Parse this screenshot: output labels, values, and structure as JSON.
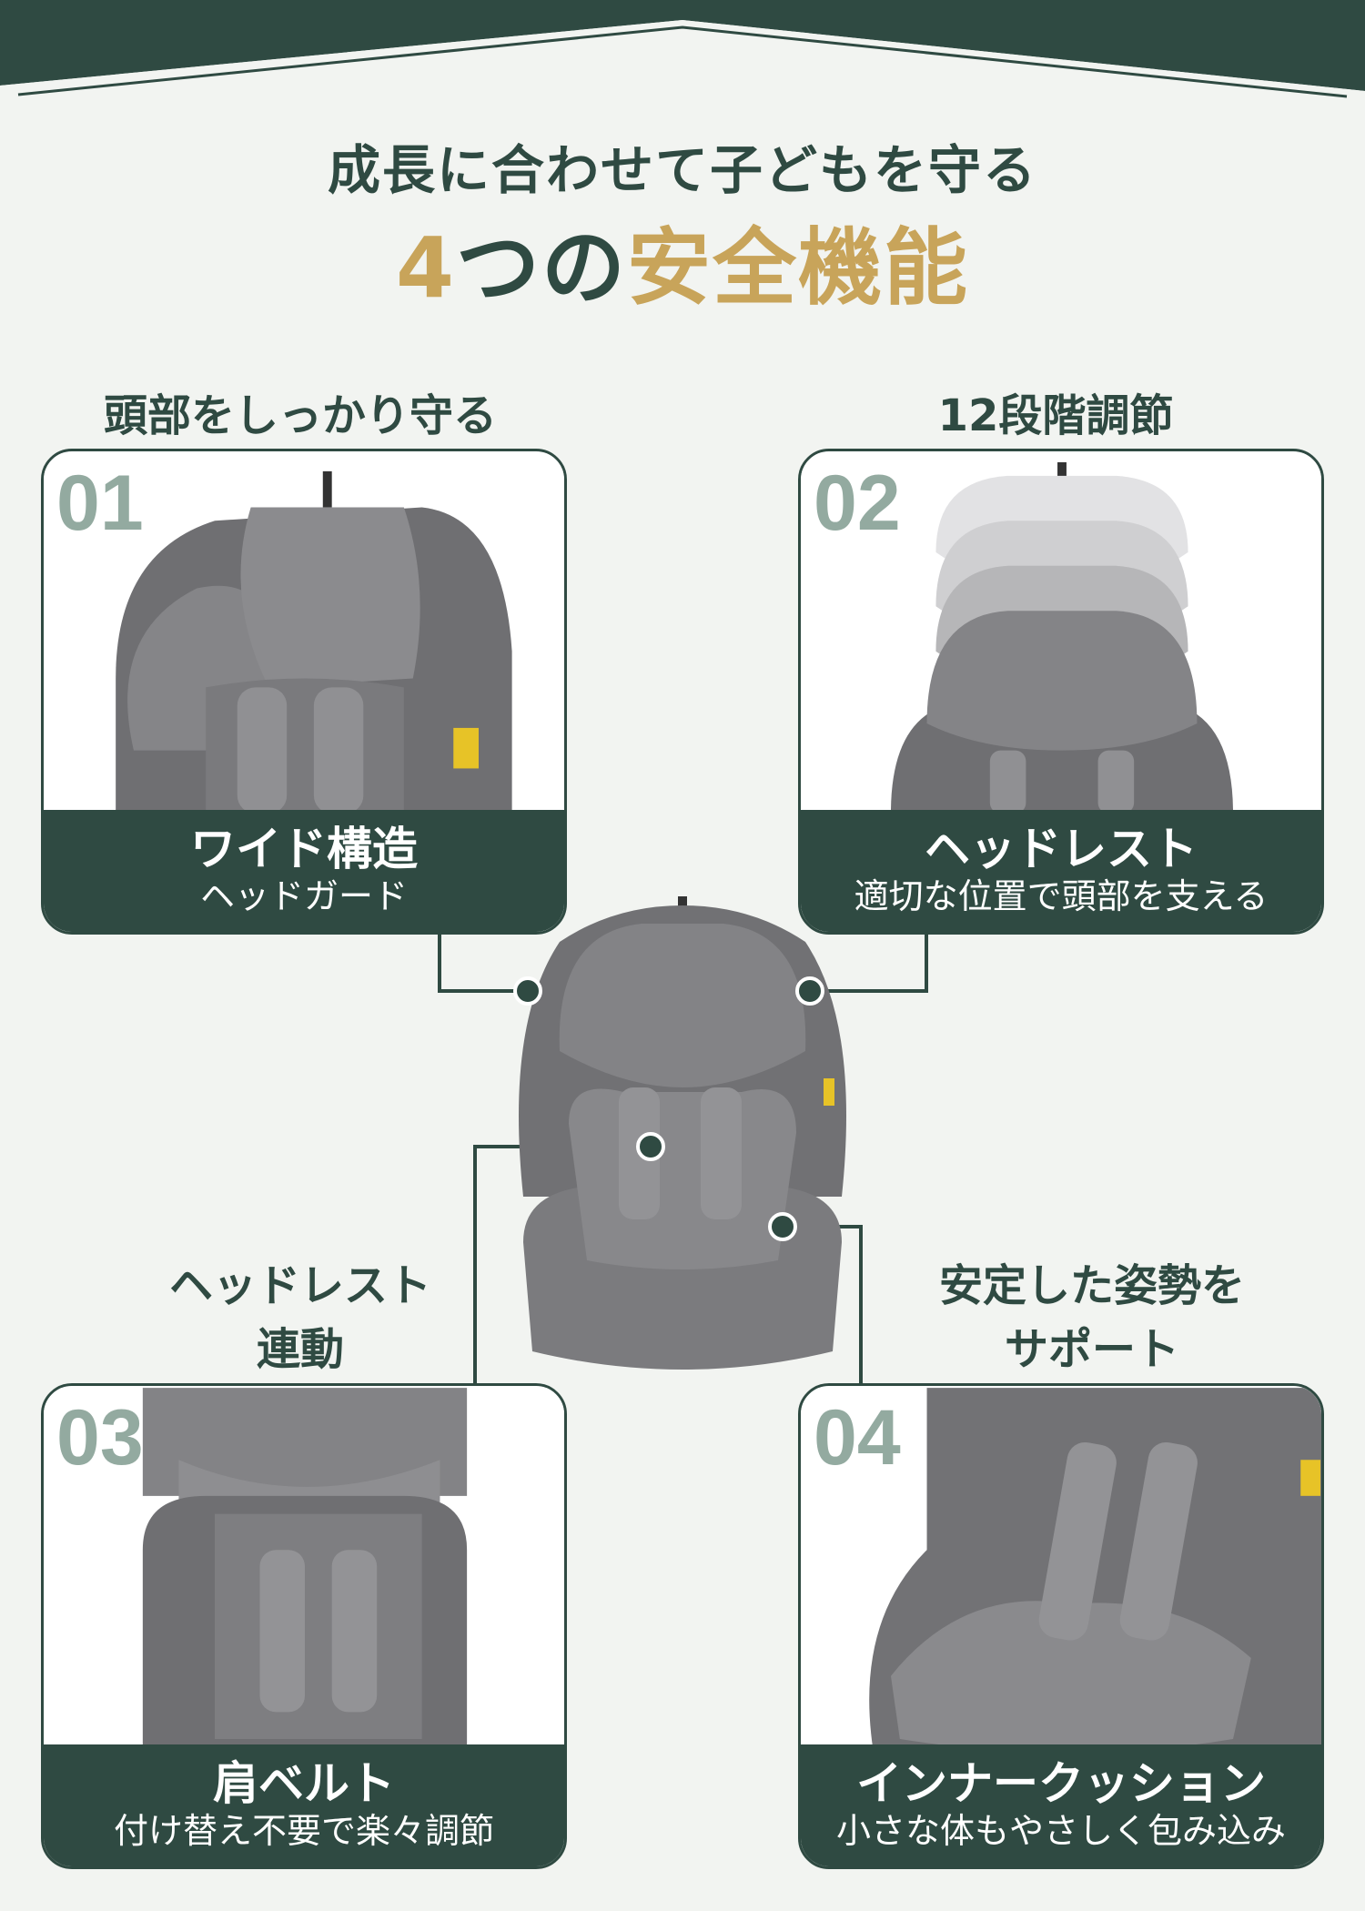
{
  "heading": {
    "line1": "成長に合わせて子どもを守る",
    "line2_num": "4",
    "line2_mid": "つの",
    "line2_end": "安全機能"
  },
  "captions": {
    "top_left": "頭部をしっかり守る",
    "top_right": "12段階調節",
    "bottom_left_1": "ヘッドレスト",
    "bottom_left_2": "連動",
    "bottom_right_1": "安定した姿勢を",
    "bottom_right_2": "サポート"
  },
  "features": [
    {
      "number": "01",
      "title": "ワイド構造",
      "subtitle": "ヘッドガード"
    },
    {
      "number": "02",
      "title": "ヘッドレスト",
      "subtitle": "適切な位置で頭部を支える"
    },
    {
      "number": "03",
      "title": "肩ベルト",
      "subtitle": "付け替え不要で楽々調節"
    },
    {
      "number": "04",
      "title": "インナークッション",
      "subtitle": "小さな体もやさしく包み込み"
    }
  ],
  "colors": {
    "dark_green": "#2f4a42",
    "gold": "#c8a45a",
    "number_gray": "#93aaa0",
    "background": "#f2f4f1",
    "seat_gray": "#7d7d80"
  }
}
